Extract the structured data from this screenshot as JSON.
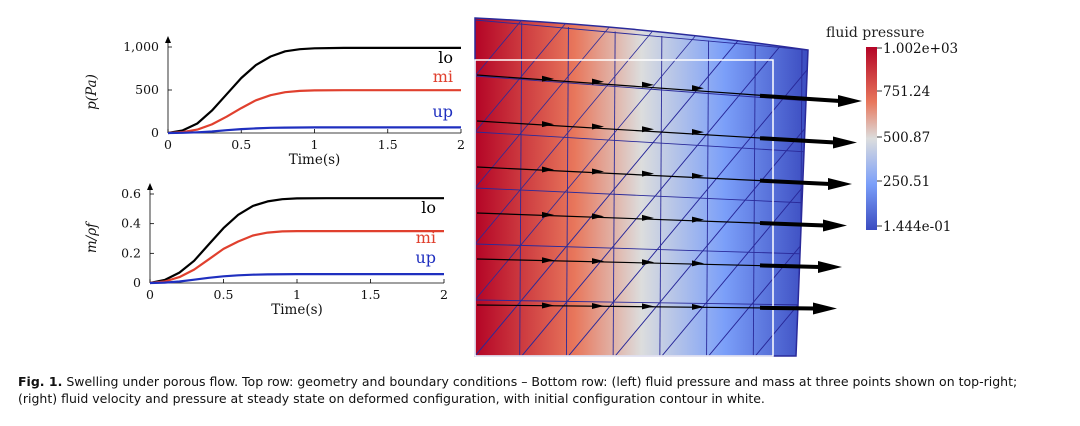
{
  "chart_data": [
    {
      "type": "line",
      "ylabel": "p(Pa)",
      "xlabel": "Time(s)",
      "xlim": [
        0,
        2
      ],
      "ylim": [
        0,
        1000
      ],
      "xticks": [
        "0",
        "0.5",
        "1",
        "1.5",
        "2"
      ],
      "yticks": [
        "0",
        "500",
        "1,000"
      ],
      "series": [
        {
          "name": "lo",
          "color": "#000000",
          "x": [
            0,
            0.1,
            0.2,
            0.3,
            0.4,
            0.5,
            0.6,
            0.7,
            0.8,
            0.9,
            1.0,
            1.2,
            1.4,
            1.6,
            1.8,
            2.0
          ],
          "values": [
            0,
            30,
            110,
            260,
            450,
            640,
            790,
            890,
            950,
            975,
            985,
            990,
            990,
            990,
            990,
            990
          ]
        },
        {
          "name": "mi",
          "color": "#e0402e",
          "x": [
            0,
            0.1,
            0.2,
            0.3,
            0.4,
            0.5,
            0.6,
            0.7,
            0.8,
            0.9,
            1.0,
            1.2,
            1.4,
            1.6,
            1.8,
            2.0
          ],
          "values": [
            0,
            10,
            40,
            100,
            190,
            290,
            380,
            440,
            475,
            490,
            495,
            498,
            498,
            498,
            498,
            498
          ]
        },
        {
          "name": "up",
          "color": "#1f2fbf",
          "x": [
            0,
            0.1,
            0.2,
            0.3,
            0.4,
            0.5,
            0.6,
            0.7,
            0.8,
            1.0,
            1.2,
            1.4,
            1.6,
            1.8,
            2.0
          ],
          "values": [
            0,
            2,
            8,
            18,
            32,
            45,
            54,
            60,
            63,
            65,
            65,
            65,
            65,
            65,
            65
          ]
        }
      ]
    },
    {
      "type": "line",
      "ylabel": "m/ρf",
      "xlabel": "Time(s)",
      "xlim": [
        0,
        2
      ],
      "ylim": [
        0,
        0.6
      ],
      "xticks": [
        "0",
        "0.5",
        "1",
        "1.5",
        "2"
      ],
      "yticks": [
        "0",
        "0.2",
        "0.4",
        "0.6"
      ],
      "series": [
        {
          "name": "lo",
          "color": "#000000",
          "x": [
            0,
            0.1,
            0.2,
            0.3,
            0.4,
            0.5,
            0.6,
            0.7,
            0.8,
            0.9,
            1.0,
            1.2,
            1.4,
            1.6,
            1.8,
            2.0
          ],
          "values": [
            0,
            0.02,
            0.07,
            0.15,
            0.26,
            0.37,
            0.46,
            0.52,
            0.55,
            0.565,
            0.57,
            0.572,
            0.572,
            0.572,
            0.572,
            0.572
          ]
        },
        {
          "name": "mi",
          "color": "#e0402e",
          "x": [
            0,
            0.1,
            0.2,
            0.3,
            0.4,
            0.5,
            0.6,
            0.7,
            0.8,
            0.9,
            1.0,
            1.2,
            1.4,
            1.6,
            1.8,
            2.0
          ],
          "values": [
            0,
            0.01,
            0.04,
            0.09,
            0.16,
            0.23,
            0.28,
            0.32,
            0.34,
            0.348,
            0.35,
            0.35,
            0.35,
            0.35,
            0.35,
            0.35
          ]
        },
        {
          "name": "up",
          "color": "#1f2fbf",
          "x": [
            0,
            0.1,
            0.2,
            0.3,
            0.4,
            0.5,
            0.6,
            0.7,
            0.8,
            1.0,
            1.2,
            1.4,
            1.6,
            1.8,
            2.0
          ],
          "values": [
            0,
            0.003,
            0.01,
            0.022,
            0.035,
            0.045,
            0.052,
            0.056,
            0.058,
            0.06,
            0.06,
            0.06,
            0.06,
            0.06,
            0.06
          ]
        }
      ]
    }
  ],
  "field": {
    "colorbar_title": "fluid pressure",
    "colorbar_ticks": [
      "1.002e+03",
      "751.24",
      "500.87",
      "250.51",
      "1.444e-01"
    ],
    "colormap": [
      "#b40426",
      "#e8775c",
      "#dcdddd",
      "#7b9ff9",
      "#3b4cc0"
    ],
    "grid_cols": 7,
    "grid_rows": 6,
    "arrow_rows": 6,
    "contour_color": "#ffffff",
    "arrow_color": "#000000"
  },
  "caption": {
    "label": "Fig. 1.",
    "text": "Swelling under porous flow. Top row: geometry and boundary conditions – Bottom row: (left) fluid pressure and mass at three points shown on top-right; (right) fluid velocity and pressure at steady state on deformed configuration, with initial configuration contour in white."
  }
}
